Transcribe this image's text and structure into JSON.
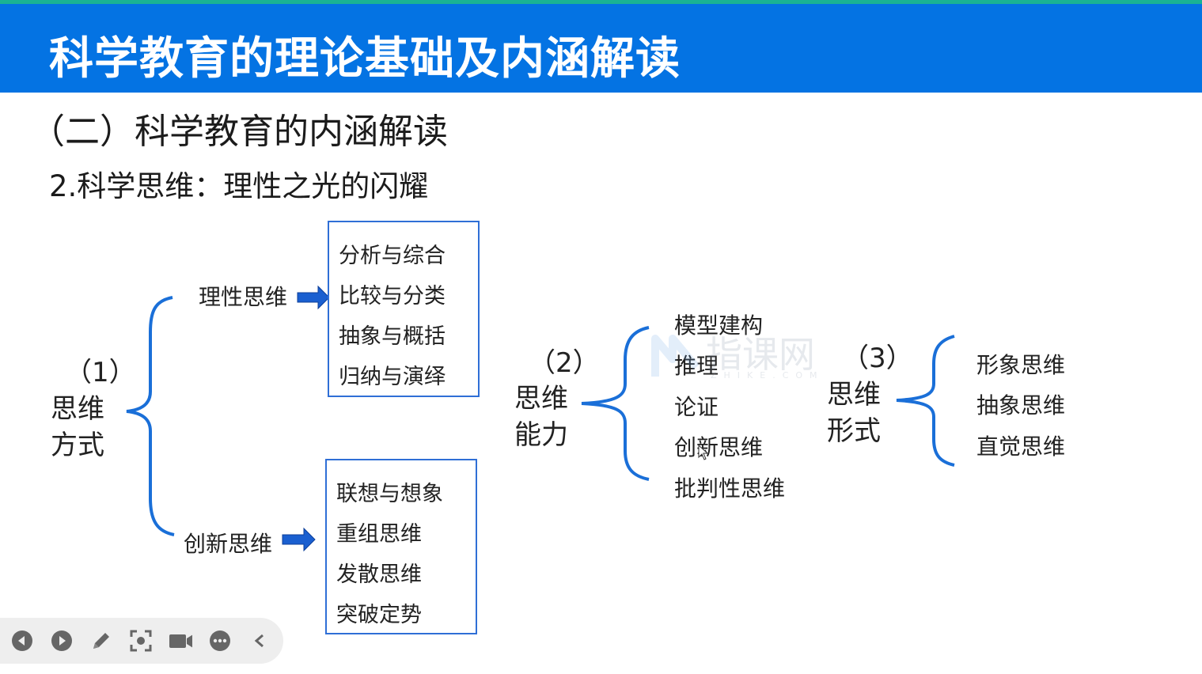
{
  "header": {
    "title": "科学教育的理论基础及内涵解读"
  },
  "section": {
    "title": "（二）科学教育的内涵解读"
  },
  "subsection": {
    "title": "2.科学思维：理性之光的闪耀"
  },
  "diagram": {
    "mode": {
      "label_num": "（1）",
      "label_line1": "思维",
      "label_line2": "方式",
      "rational": {
        "label": "理性思维",
        "items": [
          "分析与综合",
          "比较与分类",
          "抽象与概括",
          "归纳与演绎"
        ]
      },
      "innovative": {
        "label": "创新思维",
        "items": [
          "联想与想象",
          "重组思维",
          "发散思维",
          "突破定势"
        ]
      }
    },
    "ability": {
      "label_num": "（2）",
      "label_line1": "思维",
      "label_line2": "能力",
      "items": [
        "模型建构",
        "推理",
        "论证",
        "创新思维",
        "批判性思维"
      ]
    },
    "form": {
      "label_num": "（3）",
      "label_line1": "思维",
      "label_line2": "形式",
      "items": [
        "形象思维",
        "抽象思维",
        "直觉思维"
      ]
    }
  },
  "watermark": {
    "text": "指课网",
    "sub": "ZHIKE.COM"
  },
  "toolbar": {
    "buttons": [
      "previous-icon",
      "next-icon",
      "pen-icon",
      "screenshot-icon",
      "camera-icon",
      "more-icon",
      "collapse-icon"
    ]
  },
  "colors": {
    "header_bg": "#0473e3",
    "brace": "#1a6fd8",
    "box_border": "#2f6fd6"
  }
}
